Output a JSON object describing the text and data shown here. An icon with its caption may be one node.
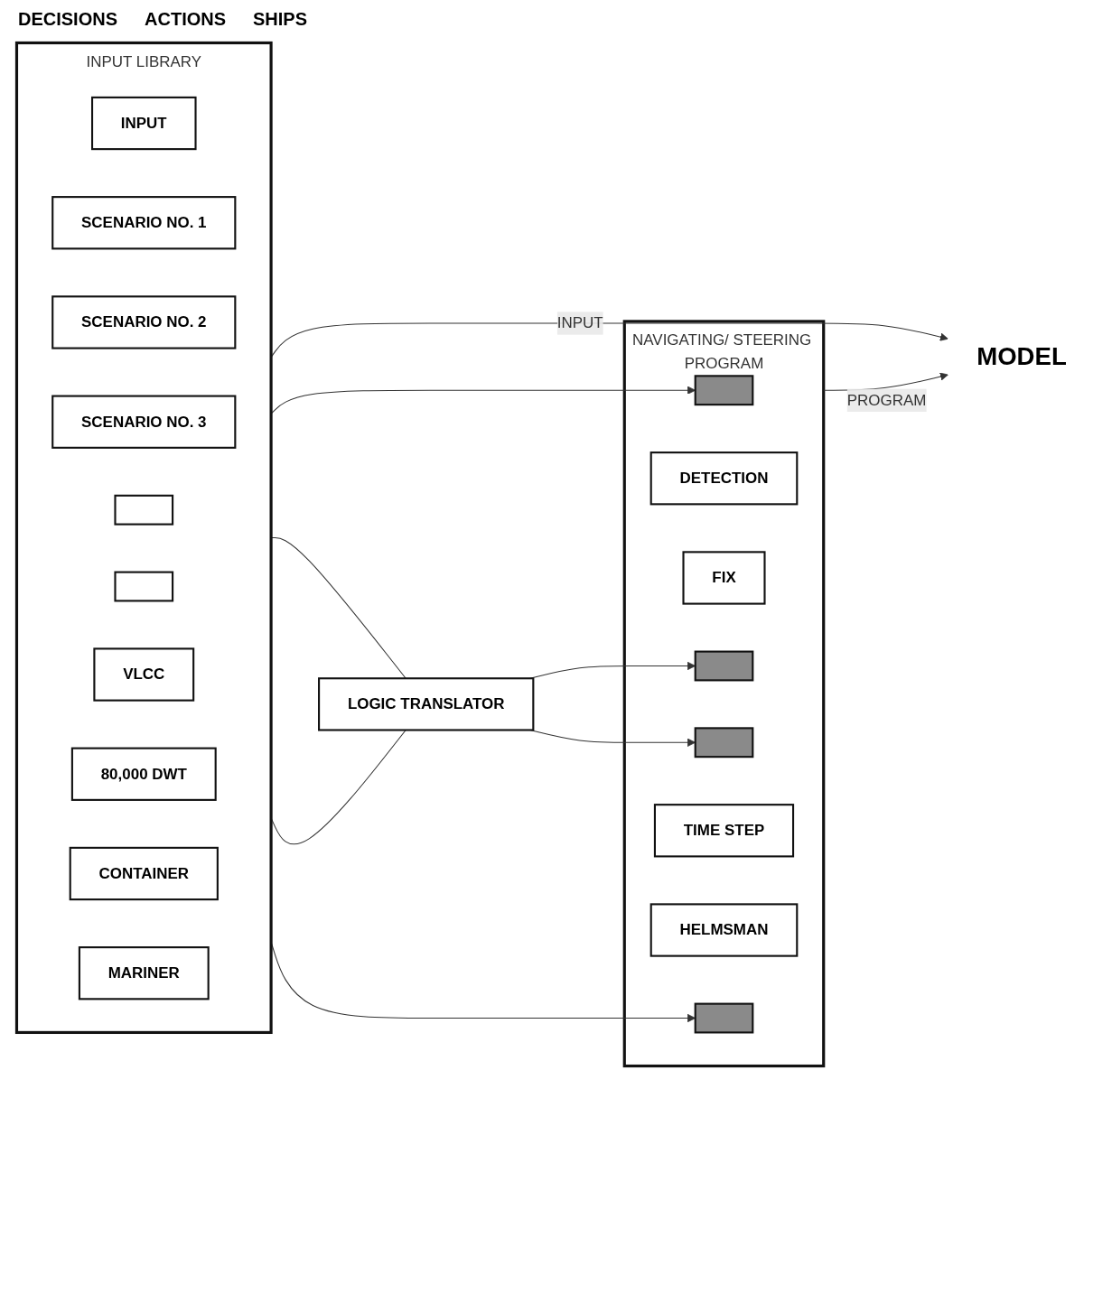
{
  "diagram": {
    "nodes": [
      {
        "text": [
          "INPUT LIBRARY"
        ]
      },
      {
        "text": [
          "INPUT"
        ],
        "in": 0
      },
      {
        "text": [
          "SCENARIO NO. 1"
        ],
        "in": 0
      },
      {
        "text": [
          "SCENARIO NO. 2"
        ],
        "in": 0
      },
      {
        "text": [
          "SCENARIO NO. 3"
        ],
        "in": 0
      },
      {
        "text": [],
        "shape": "box",
        "in": 0
      },
      {
        "text": [],
        "shape": "box",
        "in": 0
      },
      {
        "text": [
          "VLCC"
        ],
        "in": 0
      },
      {
        "text": [
          "80,000 DWT"
        ],
        "in": 0
      },
      {
        "text": [
          "CONTAINER"
        ],
        "in": 0
      },
      {
        "text": [
          "MARINER"
        ],
        "in": 0
      },
      {
        "text": [
          "LOGIC TRANSLATOR"
        ]
      },
      {
        "text": [
          "NAVIGATING/ STEERING PROGRAM"
        ]
      },
      {
        "text": [],
        "shape": "box",
        "in": 12
      },
      {
        "text": [
          "DETECTION"
        ],
        "in": 12
      },
      {
        "text": [
          "FIX"
        ],
        "in": 12
      },
      {
        "text": [],
        "shape": "box",
        "in": 12
      },
      {
        "text": [],
        "shape": "box",
        "in": 12
      },
      {
        "text": [
          "TIME STEP"
        ],
        "in": 12
      },
      {
        "text": [
          "HELMSMAN"
        ],
        "in": 12
      },
      {
        "text": [],
        "shape": "box",
        "in": 12
      },
      {
        "text": [
          "MODEL"
        ]
      }
    ],
    "edges": [
      {
        "from": 0,
        "to": 13,
        "arrow": "to"
      },
      {
        "from": 0,
        "to": 11,
        "arrow": "none"
      },
      {
        "from": 11,
        "to": 16,
        "arrow": "to"
      },
      {
        "from": 0,
        "to": 11,
        "arrow": "none"
      },
      {
        "from": 11,
        "to": 17,
        "arrow": "to"
      },
      {
        "from": 0,
        "to": 20,
        "arrow": "to"
      },
      {
        "from": 0,
        "to": 21,
        "label": "INPUT",
        "arrow": "to"
      },
      {
        "from": 12,
        "to": 21,
        "label": "PROGRAM",
        "arrow": "to"
      }
    ],
    "labels": [
      "DECISIONS",
      "ACTIONS",
      "SHIPS"
    ]
  }
}
